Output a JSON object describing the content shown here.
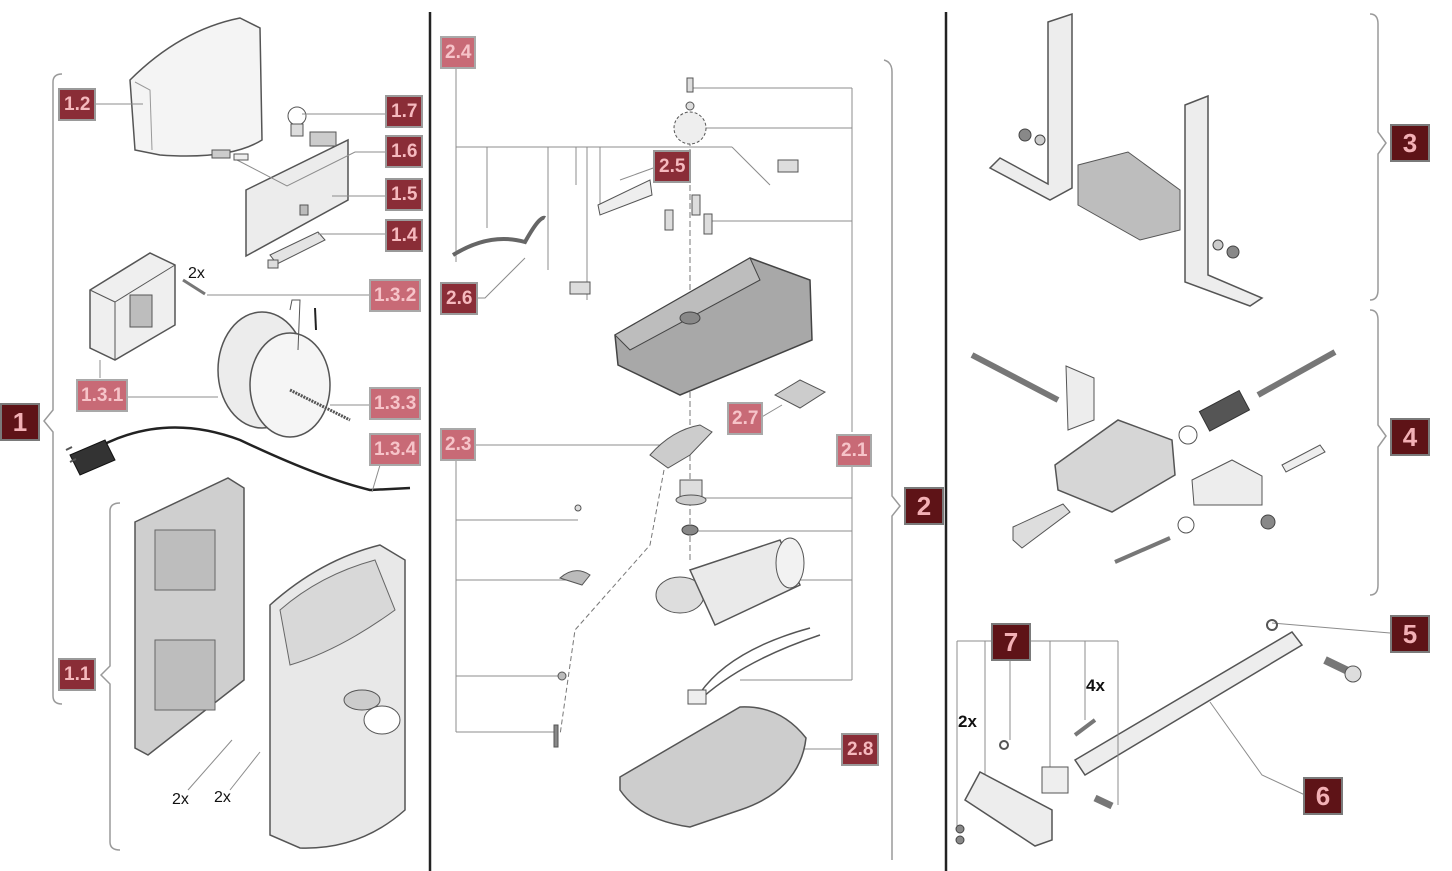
{
  "diagram": {
    "type": "exploded-parts-diagram",
    "colors": {
      "main_label_bg": "#5e1317",
      "sub_label_bg": "#8a2d37",
      "light_label_bg": "#c86a76",
      "label_text": "#f3b0b5",
      "line": "#8c8c8c",
      "divider": "#222222",
      "part_fill": "#e6e6e6",
      "part_dark": "#9a9a9a"
    },
    "groups": [
      {
        "id": "1",
        "label": "1",
        "sub_labels": [
          "1.1",
          "1.2",
          "1.3.1",
          "1.3.2",
          "1.3.3",
          "1.3.4",
          "1.4",
          "1.5",
          "1.6",
          "1.7"
        ]
      },
      {
        "id": "2",
        "label": "2",
        "sub_labels": [
          "2.1",
          "2.3",
          "2.4",
          "2.5",
          "2.6",
          "2.7",
          "2.8"
        ]
      },
      {
        "id": "3",
        "label": "3",
        "sub_labels": []
      },
      {
        "id": "4",
        "label": "4",
        "sub_labels": []
      },
      {
        "id": "5",
        "label": "5",
        "sub_labels": []
      },
      {
        "id": "6",
        "label": "6",
        "sub_labels": []
      },
      {
        "id": "7",
        "label": "7",
        "sub_labels": []
      }
    ],
    "labels": {
      "g1": "1",
      "g2": "2",
      "g3": "3",
      "g4": "4",
      "g5": "5",
      "g6": "6",
      "g7": "7",
      "l1_1": "1.1",
      "l1_2": "1.2",
      "l1_3_1": "1.3.1",
      "l1_3_2": "1.3.2",
      "l1_3_3": "1.3.3",
      "l1_3_4": "1.3.4",
      "l1_4": "1.4",
      "l1_5": "1.5",
      "l1_6": "1.6",
      "l1_7": "1.7",
      "l2_1": "2.1",
      "l2_3": "2.3",
      "l2_4": "2.4",
      "l2_5": "2.5",
      "l2_6": "2.6",
      "l2_7": "2.7",
      "l2_8": "2.8"
    },
    "quantities": {
      "q_transformer_screw": "2x",
      "q_clip": "2x",
      "q_screw_small": "2x",
      "q_7_left": "2x",
      "q_7_screws": "4x"
    }
  }
}
